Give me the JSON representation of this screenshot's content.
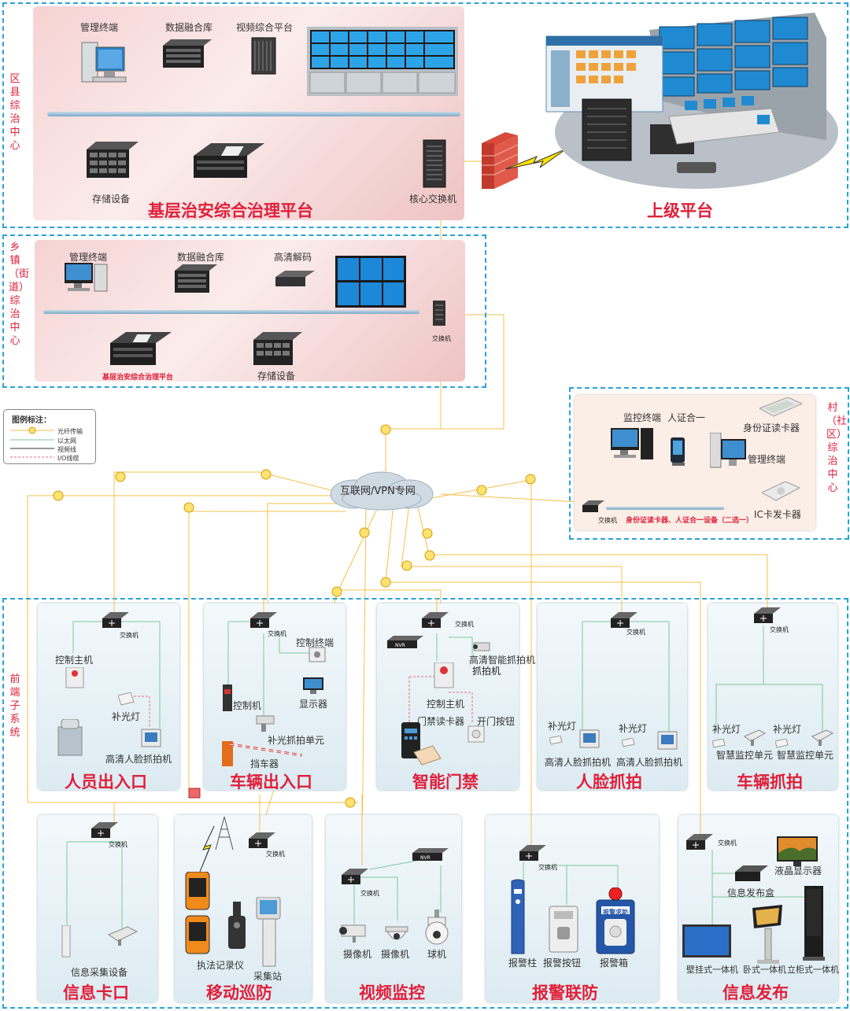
{
  "zones": {
    "district": "区县综治中心",
    "town": "乡镇（街道）综治中心",
    "village": "村（社区）综治中心",
    "front": "前端子系统"
  },
  "district": {
    "mgmt_terminal": "管理终端",
    "data_fusion": "数据融合库",
    "video_platform": "视频综合平台",
    "storage": "存储设备",
    "core_switch": "核心交换机",
    "platform_title": "基层治安综合治理平台",
    "upper_platform": "上级平台"
  },
  "town": {
    "mgmt_terminal": "管理终端",
    "data_fusion": "数据融合库",
    "hd_decode": "高清解码",
    "switch": "交换机",
    "platform_title": "基层治安综合治理平台",
    "storage": "存储设备"
  },
  "village": {
    "monitor_terminal": "监控终端",
    "id_verify": "人证合一",
    "id_reader": "身份证读卡器",
    "mgmt_terminal": "管理终端",
    "ic_card": "IC卡发卡器",
    "switch": "交换机",
    "note": "身份证读卡器、人证合一设备（二选一）"
  },
  "legend": {
    "title": "图例标注：",
    "items": [
      "光纤传输",
      "以太网",
      "视频线",
      "I/O线缆"
    ]
  },
  "network": "互联网/VPN专网",
  "subsystems": {
    "personnel": {
      "title": "人员出入口",
      "switch": "交换机",
      "host": "控制主机",
      "light": "补光灯",
      "cam": "高清人脸抓拍机"
    },
    "vehicle_gate": {
      "title": "车辆出入口",
      "switch": "交换机",
      "terminal": "控制终端",
      "display": "显示器",
      "ctrl": "控制机",
      "capture": "补光抓拍单元",
      "barrier": "挡车器"
    },
    "access": {
      "title": "智能门禁",
      "switch": "交换机",
      "nvr": "NVR",
      "cam": "高清智能抓拍机",
      "host": "控制主机",
      "reader": "门禁读卡器",
      "button": "开门按钮"
    },
    "face": {
      "title": "人脸抓拍",
      "switch": "交换机",
      "light1": "补光灯",
      "light2": "补光灯",
      "cam1": "高清人脸抓拍机",
      "cam2": "高清人脸抓拍机"
    },
    "vehicle_cap": {
      "title": "车辆抓拍",
      "switch": "交换机",
      "light1": "补光灯",
      "light2": "补光灯",
      "unit1": "智慧监控单元",
      "unit2": "智慧监控单元"
    },
    "checkpoint": {
      "title": "信息卡口",
      "switch": "交换机",
      "device": "信息采集设备"
    },
    "patrol": {
      "title": "移动巡防",
      "switch": "交换机",
      "recorder": "执法记录仪",
      "station": "采集站"
    },
    "video": {
      "title": "视频监控",
      "switch": "交换机",
      "nvr": "NVR",
      "cam1": "摄像机",
      "cam2": "摄像机",
      "dome": "球机"
    },
    "alarm": {
      "title": "报警联防",
      "switch": "交换机",
      "pillar": "报警柱",
      "button": "报警按钮",
      "box": "报警箱",
      "box_label": "报警求助"
    },
    "info": {
      "title": "信息发布",
      "switch": "交换机",
      "lcd": "液晶显示器",
      "box": "信息发布盒",
      "wall": "壁挂式一体机",
      "desk": "卧式一体机",
      "stand": "立柜式一体机"
    }
  },
  "colors": {
    "zone_border": "#29a3d6",
    "title_red": "#e0203a",
    "fiber": "#f5c04a",
    "ethernet": "#7fc99b",
    "io": "#e46b7a"
  }
}
